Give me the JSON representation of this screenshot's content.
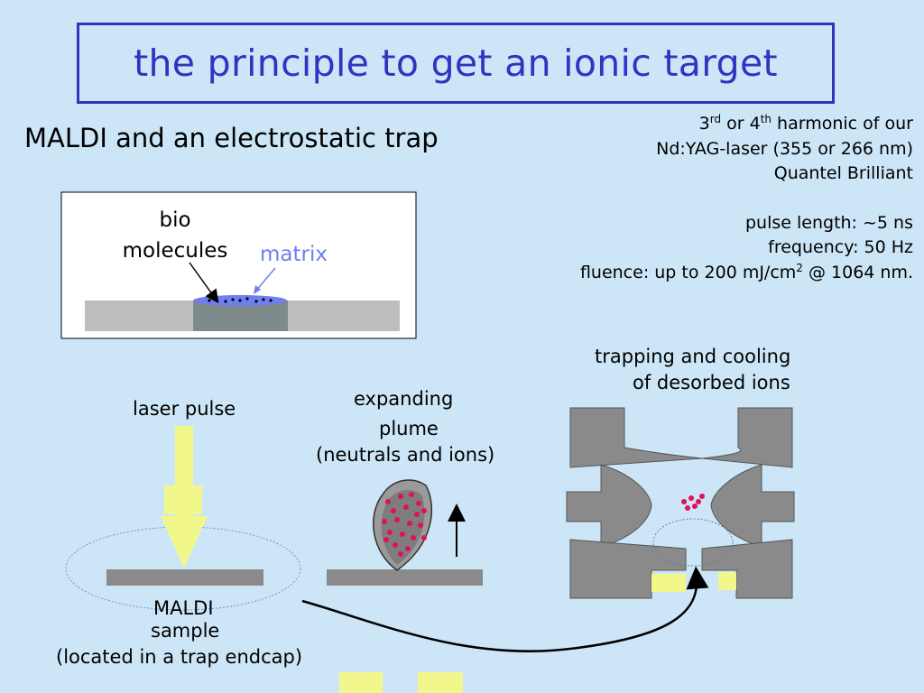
{
  "title": "the principle to get an ionic target",
  "subtitle": "MALDI and an electrostatic trap",
  "laser_info": {
    "line1_pre": "3",
    "line1_sup1": "rd",
    "line1_mid": " or 4",
    "line1_sup2": "th",
    "line1_post": " harmonic of our",
    "line2": "Nd:YAG-laser (355 or 266 nm)",
    "line3": "Quantel Brilliant",
    "line4": "pulse length: ~5 ns",
    "line5": "frequency: 50 Hz",
    "line6_pre": "fluence: up to 200 mJ/cm",
    "line6_sup": "2",
    "line6_post": " @ 1064 nm."
  },
  "inset": {
    "bio_line1": "bio",
    "bio_line2": "molecules",
    "matrix": "matrix"
  },
  "labels": {
    "laser_pulse": "laser pulse",
    "expanding": "expanding",
    "plume": "plume",
    "neutrals_ions": "(neutrals and ions)",
    "trapping_line1": "trapping and cooling",
    "trapping_line2": "of desorbed ions",
    "maldi": "MALDI",
    "sample": "sample",
    "located": "(located in a trap endcap)"
  },
  "colors": {
    "title_blue": "#2e35c0",
    "background": "#cce6f7",
    "ion_pink": "#e0105a",
    "laser_yellow": "#f2f78c",
    "gray": "#8a8a8a"
  }
}
